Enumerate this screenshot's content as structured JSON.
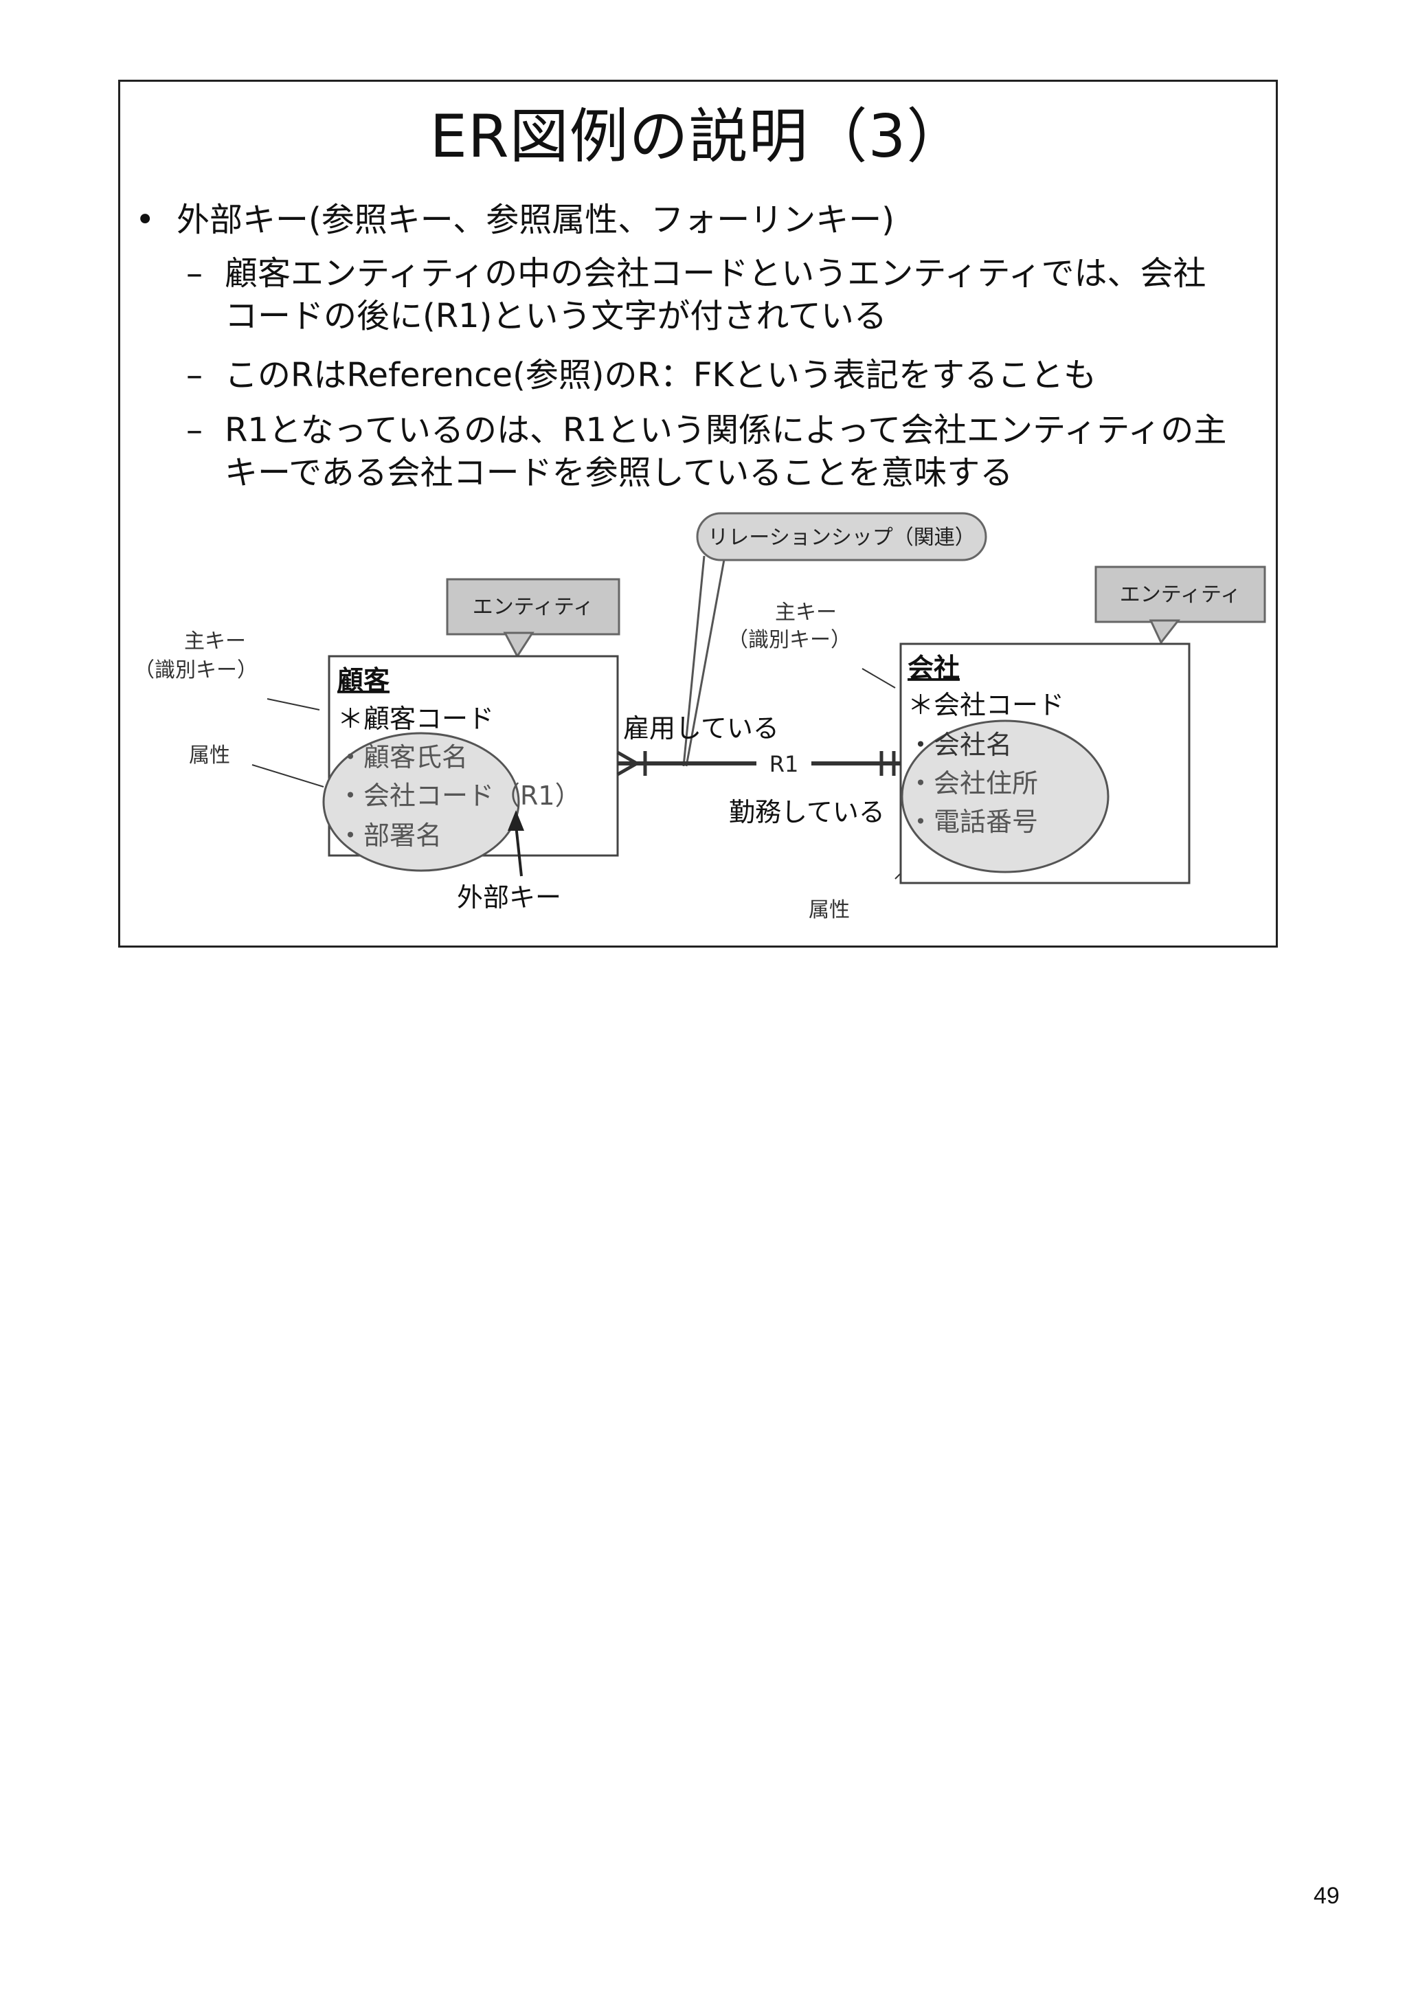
{
  "slide": {
    "title": "ER図例の説明（3）",
    "bullet": {
      "marker": "•",
      "text": "外部キー(参照キー、参照属性、フォーリンキー)"
    },
    "sub_bullets": [
      {
        "marker": "–",
        "lines": [
          "顧客エンティティの中の会社コードというエンティティでは、会社",
          "コードの後に(R1)という文字が付されている"
        ]
      },
      {
        "marker": "–",
        "lines": [
          "このRはReference(参照)のR：FKという表記をすることも"
        ]
      },
      {
        "marker": "–",
        "lines": [
          "R1となっているのは、R1という関係によって会社エンティティの主",
          "キーである会社コードを参照していることを意味する"
        ]
      }
    ]
  },
  "diagram": {
    "callouts": {
      "relationship": "リレーションシップ（関連）",
      "entity_left": "エンティティ",
      "entity_right": "エンティティ"
    },
    "labels": {
      "pk_left_1": "主キー",
      "pk_left_2": "（識別キー）",
      "attr_left": "属性",
      "pk_right_1": "主キー",
      "pk_right_2": "（識別キー）",
      "attr_right": "属性",
      "foreign_key": "外部キー"
    },
    "entity_customer": {
      "name": "顧客",
      "rows": [
        "＊顧客コード",
        "・顧客氏名",
        "・会社コード（R1）",
        "・部署名"
      ]
    },
    "entity_company": {
      "name": "会社",
      "rows": [
        "＊会社コード",
        "・会社名",
        "・会社住所",
        "・電話番号"
      ]
    },
    "relationship": {
      "id": "R1",
      "verb_top": "雇用している",
      "verb_bottom": "勤務している"
    }
  },
  "page_number": "49"
}
